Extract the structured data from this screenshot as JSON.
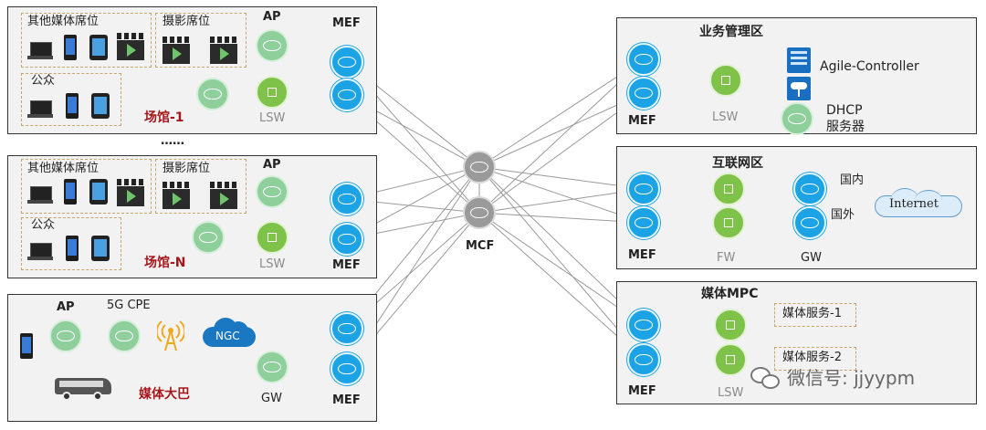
{
  "venues": [
    {
      "title": "场馆-1",
      "group1": "其他媒体席位",
      "group2": "摄影席位",
      "group3": "公众",
      "ap": "AP",
      "lsw": "LSW",
      "mef": "MEF"
    },
    {
      "title": "场馆-N",
      "group1": "其他媒体席位",
      "group2": "摄影席位",
      "group3": "公众",
      "ap": "AP",
      "lsw": "LSW",
      "mef": "MEF"
    }
  ],
  "ellipsis": "……",
  "bus": {
    "title": "媒体大巴",
    "ap": "AP",
    "cpe": "5G CPE",
    "ngc": "NGC",
    "gw": "GW",
    "mef": "MEF"
  },
  "core": {
    "mcf": "MCF"
  },
  "mgmt": {
    "title": "业务管理区",
    "mef": "MEF",
    "lsw": "LSW",
    "agile": "Agile-Controller",
    "dhcp_line1": "DHCP",
    "dhcp_line2": "服务器"
  },
  "internet_zone": {
    "title": "互联网区",
    "mef": "MEF",
    "fw": "FW",
    "gw": "GW",
    "domestic": "国内",
    "foreign": "国外",
    "cloud": "Internet"
  },
  "mpc": {
    "title": "媒体MPC",
    "mef": "MEF",
    "lsw": "LSW",
    "svc1": "媒体服务-1",
    "svc2": "媒体服务-2"
  },
  "watermark": "微信号: jjyypm",
  "colors": {
    "mef": "#1ba3e6",
    "lsw": "#7fc24a",
    "ap": "#8fcf9c",
    "mcf": "#9a9a9a",
    "title_red": "#a5161a",
    "ngc": "#1a78c2"
  }
}
